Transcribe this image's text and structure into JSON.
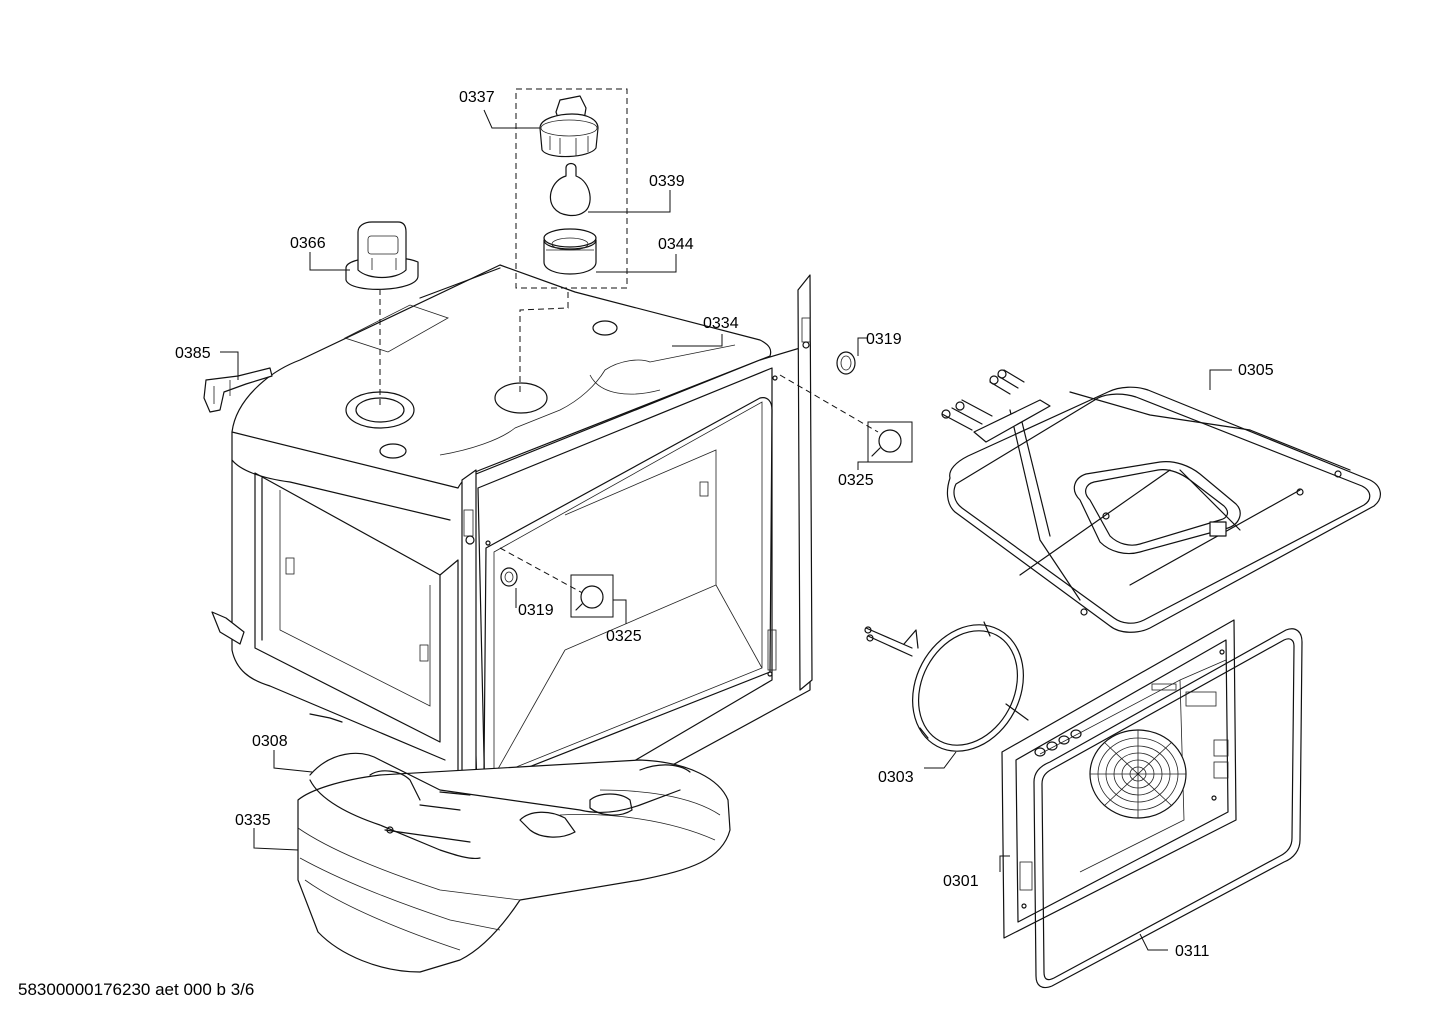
{
  "labels": {
    "p0337": "0337",
    "p0339": "0339",
    "p0344": "0344",
    "p0366": "0366",
    "p0385": "0385",
    "p0334": "0334",
    "p0319a": "0319",
    "p0325a": "0325",
    "p0305": "0305",
    "p0319b": "0319",
    "p0325b": "0325",
    "p0308": "0308",
    "p0335": "0335",
    "p0303": "0303",
    "p0301": "0301",
    "p0311": "0311"
  },
  "footer": "58300000176230 aet 000 b 3/6"
}
